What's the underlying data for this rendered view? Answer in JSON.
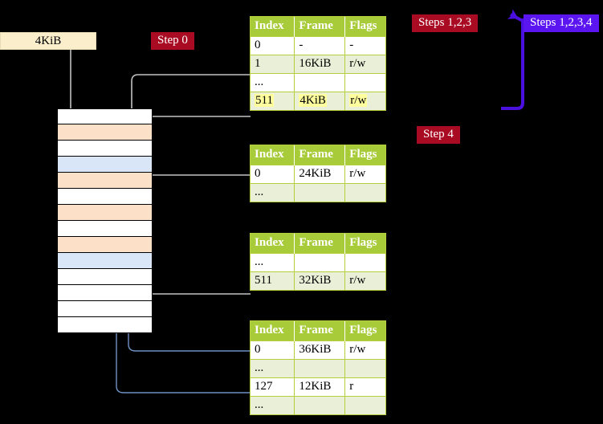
{
  "diagram": {
    "title": "Page table walk / virtual memory translation",
    "colors": {
      "table_header": "#a8cb39",
      "table_border": "#b5cf3c",
      "row_tint": "#eaf0d8",
      "highlight": "#ffff9e",
      "step_red": "#a80b22",
      "step_blue": "#5b15f0",
      "mem_peach": "#fde0c8",
      "mem_blue": "#d8e6f7",
      "box_cream": "#fbeecb",
      "wire_gray": "#b9b9b9",
      "wire_blue": "#6e91c4"
    }
  },
  "size_box": {
    "label": "4KiB"
  },
  "steps": {
    "step0": "Step 0",
    "step123": "Steps 1,2,3",
    "step1234": "Steps 1,2,3,4",
    "step4": "Step 4"
  },
  "columns": [
    "Index",
    "Frame",
    "Flags"
  ],
  "tables": [
    {
      "name": "level-4-table",
      "rows": [
        {
          "index": "0",
          "frame": "-",
          "flags": "-",
          "tint": false,
          "highlight": false
        },
        {
          "index": "1",
          "frame": "16KiB",
          "flags": "r/w",
          "tint": true,
          "highlight": false
        },
        {
          "index": "...",
          "frame": "",
          "flags": "",
          "tint": false,
          "highlight": false
        },
        {
          "index": "511",
          "frame": "4KiB",
          "flags": "r/w",
          "tint": true,
          "highlight": true
        }
      ]
    },
    {
      "name": "level-3-table",
      "rows": [
        {
          "index": "0",
          "frame": "24KiB",
          "flags": "r/w",
          "tint": false,
          "highlight": false
        },
        {
          "index": "...",
          "frame": "",
          "flags": "",
          "tint": true,
          "highlight": false
        }
      ]
    },
    {
      "name": "level-2-table",
      "rows": [
        {
          "index": "...",
          "frame": "",
          "flags": "",
          "tint": false,
          "highlight": false
        },
        {
          "index": "511",
          "frame": "32KiB",
          "flags": "r/w",
          "tint": true,
          "highlight": false
        }
      ]
    },
    {
      "name": "level-1-table",
      "rows": [
        {
          "index": "0",
          "frame": "36KiB",
          "flags": "r/w",
          "tint": false,
          "highlight": false
        },
        {
          "index": "...",
          "frame": "",
          "flags": "",
          "tint": true,
          "highlight": false
        },
        {
          "index": "127",
          "frame": "12KiB",
          "flags": "r",
          "tint": false,
          "highlight": false
        },
        {
          "index": "...",
          "frame": "",
          "flags": "",
          "tint": true,
          "highlight": false
        }
      ]
    }
  ],
  "memory_column": {
    "name": "physical-memory",
    "rows": [
      {
        "fill": "white",
        "tick": true
      },
      {
        "fill": "peach",
        "tick": true
      },
      {
        "fill": "white",
        "tick": true
      },
      {
        "fill": "blue",
        "tick": false
      },
      {
        "fill": "peach",
        "tick": true
      },
      {
        "fill": "white",
        "tick": false
      },
      {
        "fill": "peach",
        "tick": true
      },
      {
        "fill": "white",
        "tick": false
      },
      {
        "fill": "peach",
        "tick": true
      },
      {
        "fill": "blue",
        "tick": false
      },
      {
        "fill": "white",
        "tick": false
      },
      {
        "fill": "white",
        "tick": false
      },
      {
        "fill": "white",
        "tick": false
      },
      {
        "fill": "white",
        "tick": false
      }
    ]
  }
}
